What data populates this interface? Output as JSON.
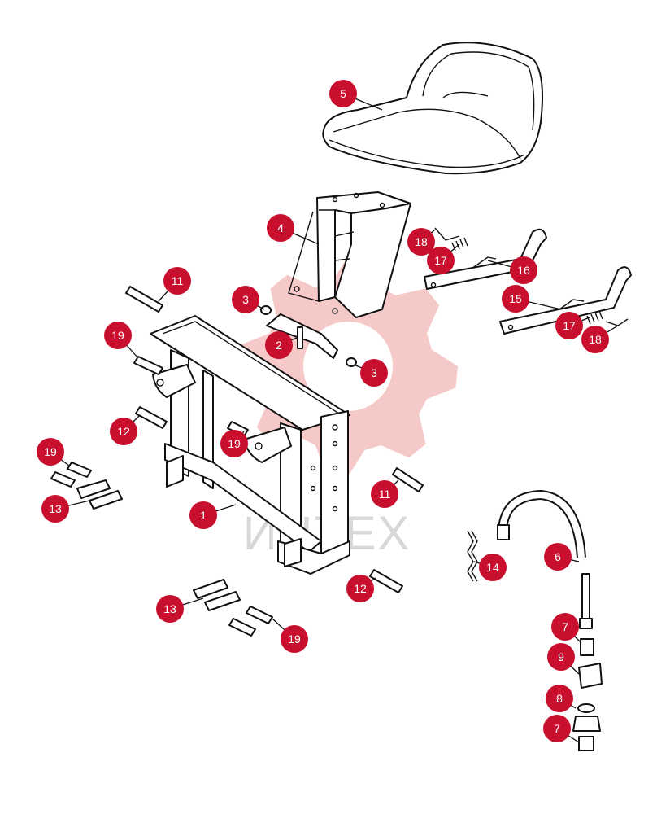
{
  "colors": {
    "callout_fill": "#c8102e",
    "callout_text": "#ffffff",
    "line": "#111111",
    "watermark_gear": "#f6c9c9",
    "watermark_text": "#d8d8d8"
  },
  "watermark": {
    "text": "ИНТЕХ",
    "icon": "gear-icon"
  },
  "callouts": [
    {
      "id": "c5",
      "label": "5"
    },
    {
      "id": "c4",
      "label": "4"
    },
    {
      "id": "c18a",
      "label": "18"
    },
    {
      "id": "c17a",
      "label": "17"
    },
    {
      "id": "c16",
      "label": "16"
    },
    {
      "id": "c15",
      "label": "15"
    },
    {
      "id": "c17b",
      "label": "17"
    },
    {
      "id": "c18b",
      "label": "18"
    },
    {
      "id": "c11a",
      "label": "11"
    },
    {
      "id": "c3a",
      "label": "3"
    },
    {
      "id": "c2",
      "label": "2"
    },
    {
      "id": "c3b",
      "label": "3"
    },
    {
      "id": "c19a",
      "label": "19"
    },
    {
      "id": "c12a",
      "label": "12"
    },
    {
      "id": "c19b",
      "label": "19"
    },
    {
      "id": "c19c",
      "label": "19"
    },
    {
      "id": "c13a",
      "label": "13"
    },
    {
      "id": "c1",
      "label": "1"
    },
    {
      "id": "c11b",
      "label": "11"
    },
    {
      "id": "c14",
      "label": "14"
    },
    {
      "id": "c6",
      "label": "6"
    },
    {
      "id": "c12b",
      "label": "12"
    },
    {
      "id": "c13b",
      "label": "13"
    },
    {
      "id": "c19d",
      "label": "19"
    },
    {
      "id": "c7a",
      "label": "7"
    },
    {
      "id": "c9",
      "label": "9"
    },
    {
      "id": "c8",
      "label": "8"
    },
    {
      "id": "c7b",
      "label": "7"
    }
  ]
}
